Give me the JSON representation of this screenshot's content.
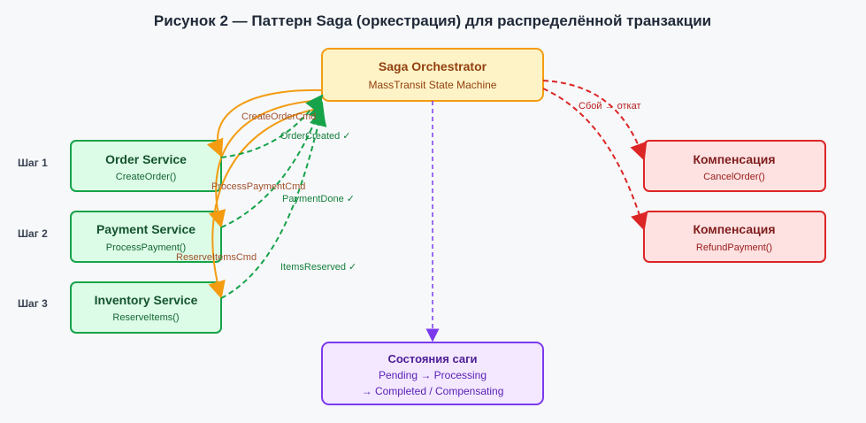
{
  "title": "Рисунок 2 — Паттерн Saga (оркестрация) для распределённой транзакции",
  "orchestrator": {
    "title": "Saga Orchestrator",
    "subtitle": "MassTransit State Machine"
  },
  "steps": [
    {
      "label": "Шаг 1",
      "service": "Order Service",
      "method": "CreateOrder()",
      "command": "CreateOrderCmd",
      "event": "OrderCreated ✓"
    },
    {
      "label": "Шаг 2",
      "service": "Payment Service",
      "method": "ProcessPayment()",
      "command": "ProcessPaymentCmd",
      "event": "PaymentDone ✓"
    },
    {
      "label": "Шаг 3",
      "service": "Inventory Service",
      "method": "ReserveItems()",
      "command": "ReserveItemsCmd",
      "event": "ItemsReserved ✓"
    }
  ],
  "compensations": [
    {
      "title": "Компенсация",
      "method": "CancelOrder()"
    },
    {
      "title": "Компенсация",
      "method": "RefundPayment()"
    }
  ],
  "failure_label": "Сбой → откат",
  "state": {
    "title": "Состояния саги",
    "line1": "Pending → Processing",
    "line2": "→ Completed / Compensating"
  },
  "colors": {
    "orange": "#f39c12",
    "green": "#16a34a",
    "red": "#dc2626",
    "purple": "#7c3aed"
  }
}
